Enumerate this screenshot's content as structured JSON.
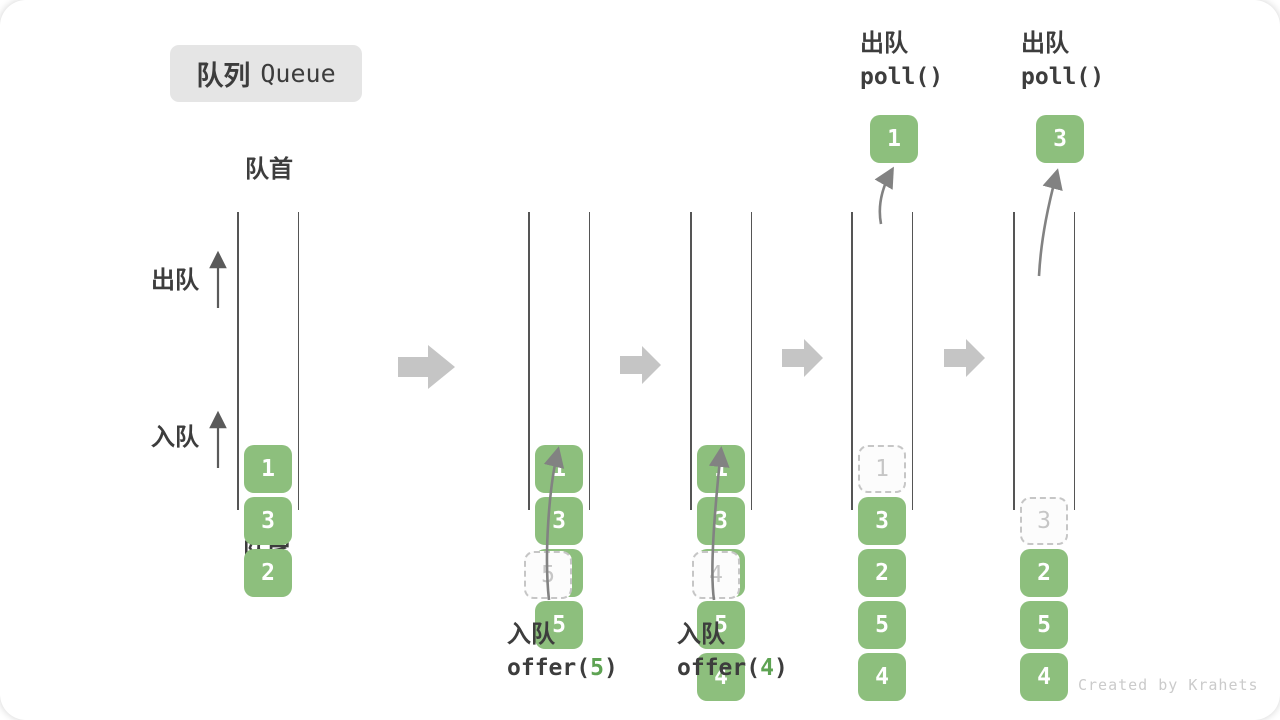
{
  "title": {
    "zh": "队列",
    "en": "Queue"
  },
  "side_labels": {
    "front": "队首",
    "rear": "队尾",
    "dequeue": "出队",
    "enqueue": "入队"
  },
  "queues": [
    {
      "cells": [
        {
          "v": "1"
        },
        {
          "v": "3"
        },
        {
          "v": "2"
        }
      ]
    },
    {
      "cells": [
        {
          "v": "1"
        },
        {
          "v": "3"
        },
        {
          "v": "2"
        },
        {
          "v": "5"
        }
      ]
    },
    {
      "cells": [
        {
          "v": "1"
        },
        {
          "v": "3"
        },
        {
          "v": "2"
        },
        {
          "v": "5"
        },
        {
          "v": "4"
        }
      ]
    },
    {
      "cells": [
        {
          "v": "1"
        },
        {
          "v": "3"
        },
        {
          "v": "2"
        },
        {
          "v": "5"
        },
        {
          "v": "4"
        }
      ]
    },
    {
      "cells": [
        {
          "v": "3"
        },
        {
          "v": "2"
        },
        {
          "v": "5"
        },
        {
          "v": "4"
        }
      ]
    }
  ],
  "operations": {
    "enqueue5": {
      "action": "入队",
      "fn": "offer(",
      "arg": "5",
      "close": ")",
      "value": "5"
    },
    "enqueue4": {
      "action": "入队",
      "fn": "offer(",
      "arg": "4",
      "close": ")",
      "value": "4"
    },
    "poll1": {
      "action": "出队",
      "fn": "poll()",
      "value": "1"
    },
    "poll2": {
      "action": "出队",
      "fn": "poll()",
      "value": "3"
    }
  },
  "watermark": "Created by Krahets",
  "colors": {
    "cell_green": "#8dbf7d",
    "code_green": "#5ea353",
    "block_arrow_gray": "#c5c5c5",
    "curve_arrow_gray": "#828282",
    "label_arrow_gray": "#5a5a5a",
    "ghost_gray": "#c6c6c6",
    "text_dark": "#3d3d3d",
    "title_bg": "#e5e5e5",
    "watermark_gray": "#cbcbcb"
  }
}
